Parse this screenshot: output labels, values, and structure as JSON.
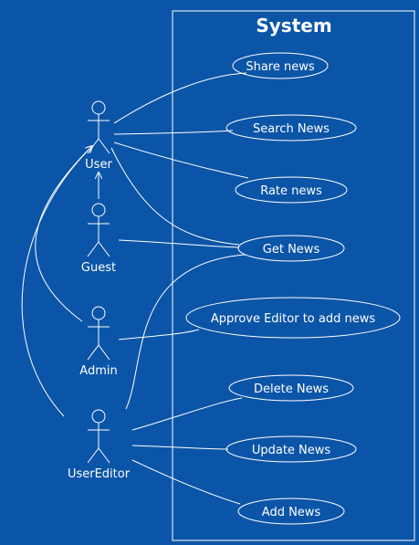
{
  "diagram": {
    "background": "#0b55a8",
    "line_color": "#ffffff",
    "system_title": "System",
    "actors": {
      "user": "User",
      "guest": "Guest",
      "admin": "Admin",
      "user_editor": "UserEditor"
    },
    "use_cases": {
      "share_news": "Share news",
      "search_news": "Search News",
      "rate_news": "Rate news",
      "get_news": "Get News",
      "approve_editor": "Approve Editor to add news",
      "delete_news": "Delete News",
      "update_news": "Update News",
      "add_news": "Add News"
    }
  }
}
